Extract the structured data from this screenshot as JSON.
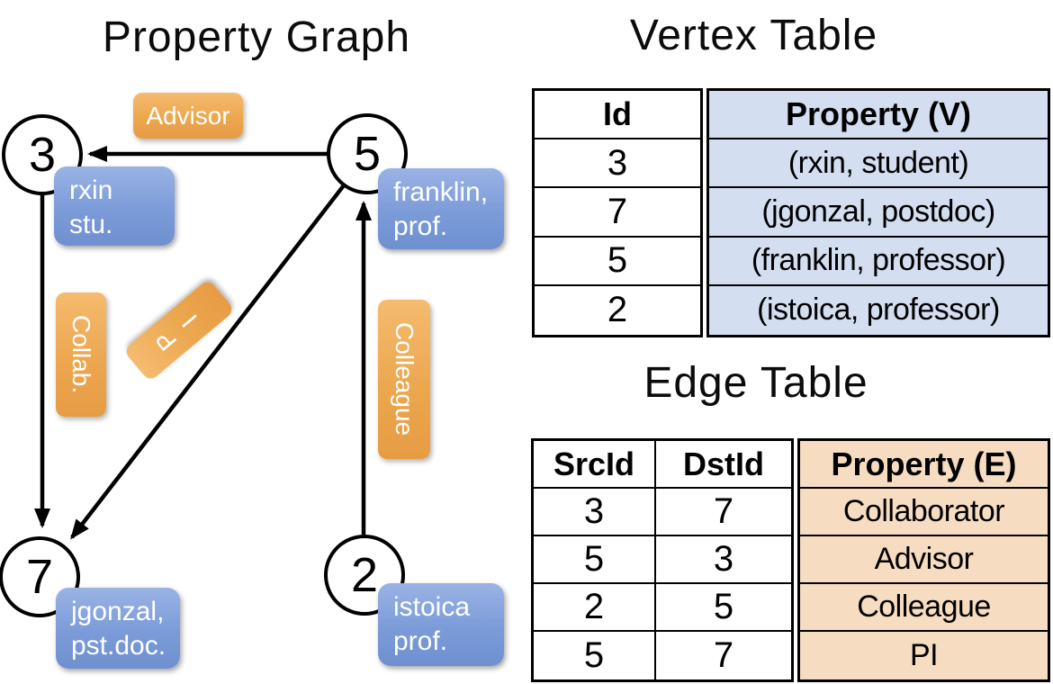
{
  "graph": {
    "title": "Property Graph",
    "vertices": [
      {
        "id": "3",
        "line1": "rxin",
        "line2": "stu."
      },
      {
        "id": "5",
        "line1": "franklin,",
        "line2": "prof."
      },
      {
        "id": "7",
        "line1": "jgonzal,",
        "line2": "pst.doc."
      },
      {
        "id": "2",
        "line1": "istoica",
        "line2": "prof."
      }
    ],
    "edge_labels": {
      "advisor": "Advisor",
      "collab": "Collab.",
      "pi": "PI",
      "colleague": "Colleague"
    }
  },
  "vertex_table": {
    "title": "Vertex Table",
    "columns": {
      "id": "Id",
      "property": "Property (V)"
    },
    "rows": [
      {
        "id": "3",
        "property": "(rxin, student)"
      },
      {
        "id": "7",
        "property": "(jgonzal, postdoc)"
      },
      {
        "id": "5",
        "property": "(franklin, professor)"
      },
      {
        "id": "2",
        "property": "(istoica, professor)"
      }
    ]
  },
  "edge_table": {
    "title": "Edge Table",
    "columns": {
      "src": "SrcId",
      "dst": "DstId",
      "property": "Property (E)"
    },
    "rows": [
      {
        "src": "3",
        "dst": "7",
        "property": "Collaborator"
      },
      {
        "src": "5",
        "dst": "3",
        "property": "Advisor"
      },
      {
        "src": "2",
        "dst": "5",
        "property": "Colleague"
      },
      {
        "src": "5",
        "dst": "7",
        "property": "PI"
      }
    ]
  },
  "colors": {
    "edge_label_fill": "#eca74f",
    "vertex_label_fill": "#7b9bd8",
    "vertex_table_fill": "#d3def1",
    "edge_table_fill": "#f6dcc1",
    "stroke": "#000000"
  }
}
